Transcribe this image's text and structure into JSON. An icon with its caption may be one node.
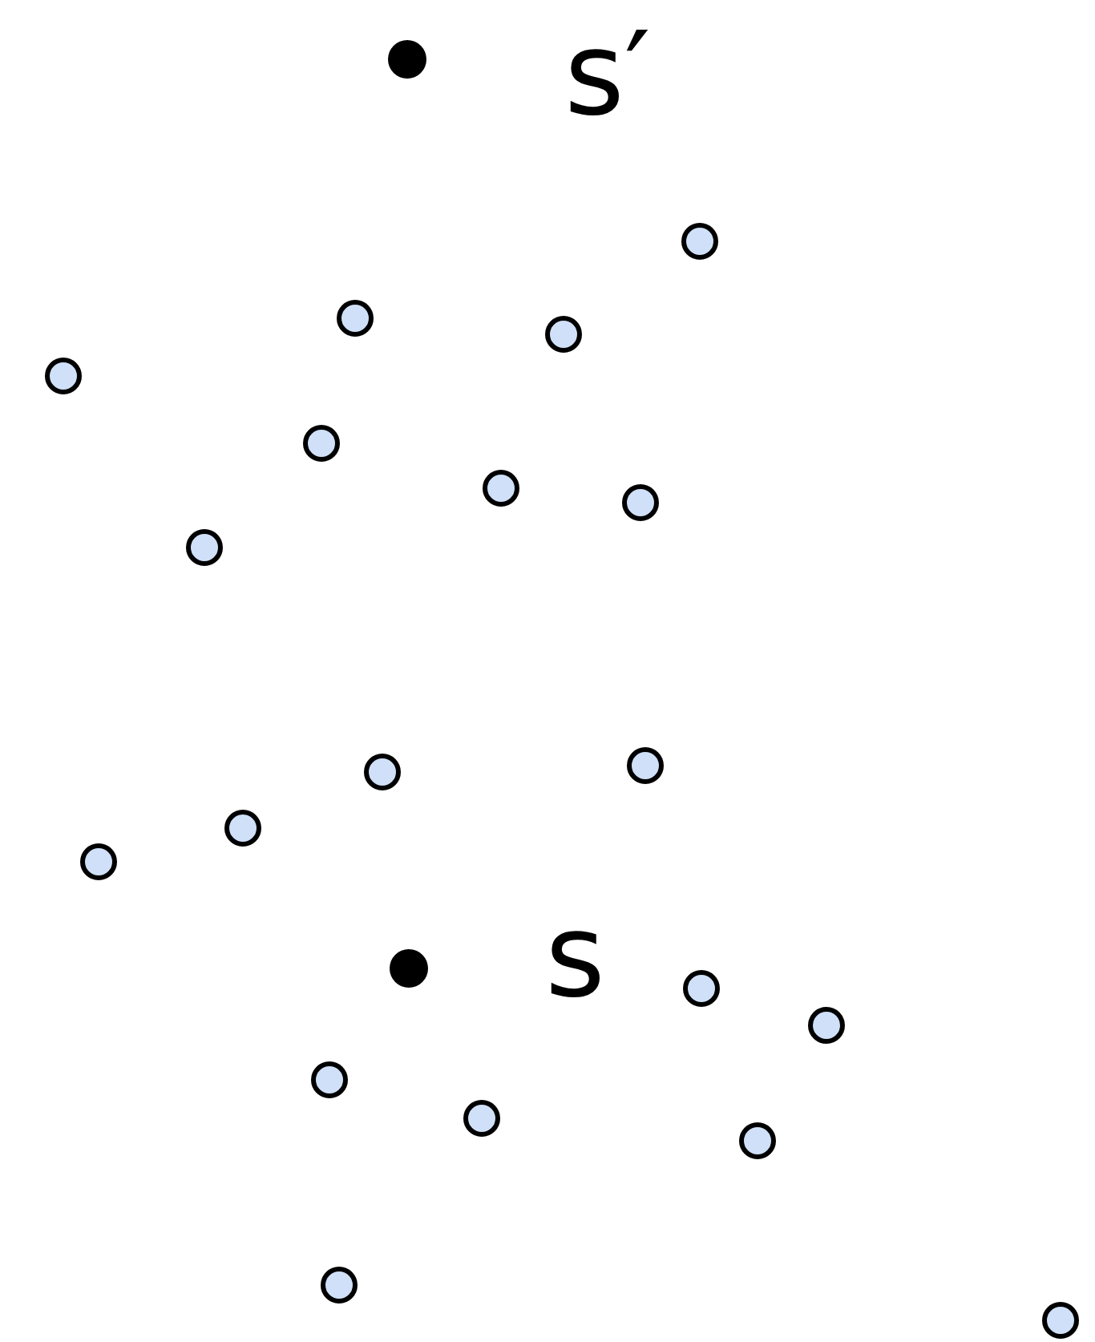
{
  "diagram": {
    "nodes": [
      {
        "text": [],
        "shape": "dot",
        "beside": [
          "s′"
        ]
      },
      {
        "text": [],
        "shape": "circle"
      },
      {
        "text": [],
        "shape": "circle"
      },
      {
        "text": [],
        "shape": "circle"
      },
      {
        "text": [],
        "shape": "circle"
      },
      {
        "text": [],
        "shape": "circle"
      },
      {
        "text": [],
        "shape": "circle"
      },
      {
        "text": [],
        "shape": "circle"
      },
      {
        "text": [],
        "shape": "circle"
      },
      {
        "text": [],
        "shape": "circle"
      },
      {
        "text": [],
        "shape": "circle"
      },
      {
        "text": [],
        "shape": "circle"
      },
      {
        "text": [],
        "shape": "circle"
      },
      {
        "text": [],
        "shape": "dot",
        "beside": [
          "s"
        ]
      },
      {
        "text": [],
        "shape": "circle"
      },
      {
        "text": [],
        "shape": "circle"
      },
      {
        "text": [],
        "shape": "circle"
      },
      {
        "text": [],
        "shape": "circle"
      },
      {
        "text": [],
        "shape": "circle"
      },
      {
        "text": [],
        "shape": "circle"
      },
      {
        "text": [],
        "shape": "circle"
      }
    ]
  }
}
